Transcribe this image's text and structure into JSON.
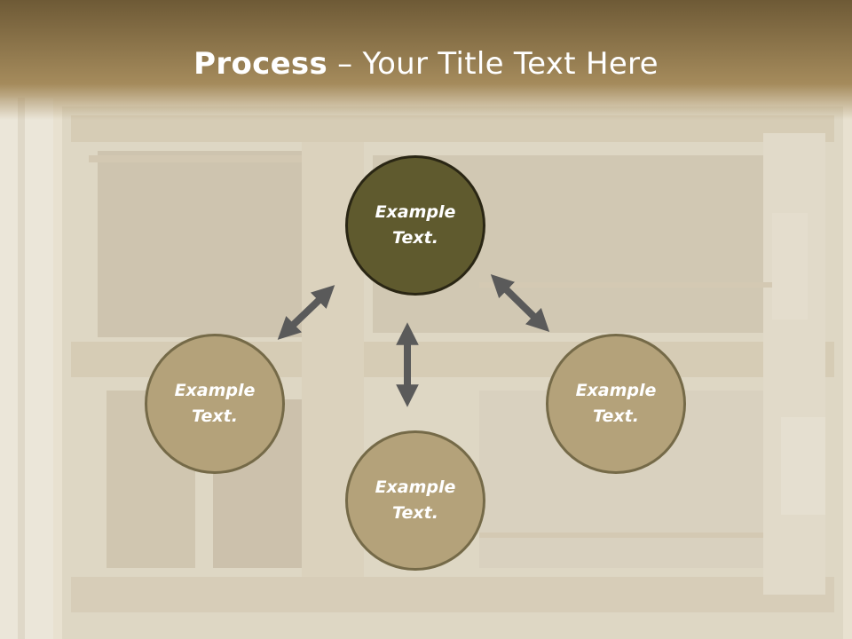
{
  "slide": {
    "title_bold": "Process",
    "title_rest": " – Your Title Text Here"
  },
  "nodes": [
    {
      "line1": "Example",
      "line2": "Text."
    },
    {
      "line1": "Example",
      "line2": "Text."
    },
    {
      "line1": "Example",
      "line2": "Text."
    },
    {
      "line1": "Example",
      "line2": "Text."
    }
  ],
  "colors": {
    "header": "#8c7648",
    "center_fill": "#5f5a2e",
    "outer_fill": "#b4a27a",
    "arrow": "#5a5a5a"
  }
}
